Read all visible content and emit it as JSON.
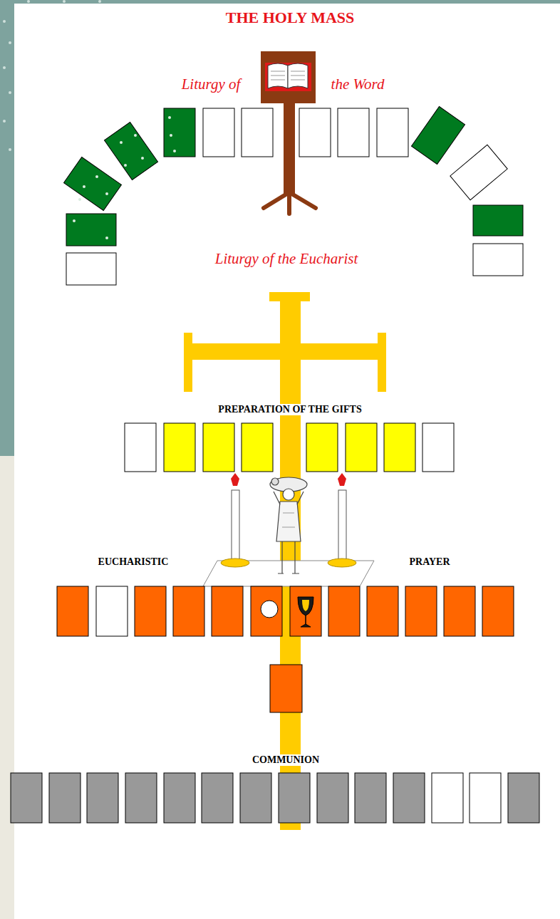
{
  "diagram": {
    "title": "THE HOLY MASS",
    "labels": [
      "Liturgy of",
      "the Word",
      "Liturgy of the Eucharist",
      "PREPARATION OF THE GIFTS",
      "EUCHARISTIC",
      "PRAYER",
      "COMMUNION"
    ]
  }
}
